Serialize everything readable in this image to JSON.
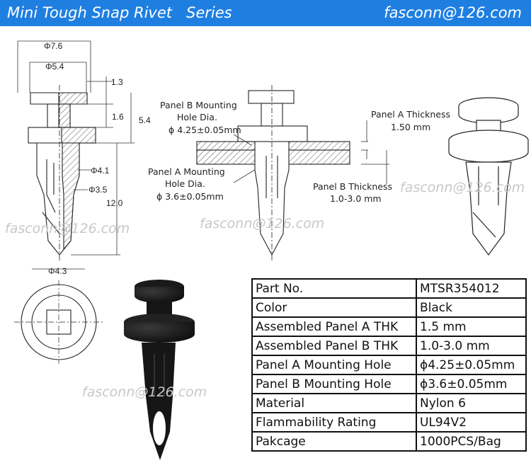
{
  "header": {
    "title": "Mini Tough Snap Rivet   Series",
    "email": "fasconn@126.com"
  },
  "watermarks": [
    "fasconn@126.com",
    "fasconn@126.com",
    "fasconn@126.com",
    "fasconn@126.com"
  ],
  "dimensions": {
    "d76": "Φ7.6",
    "d54": "Φ5.4",
    "h13": "1.3",
    "h16": "1.6",
    "h54": "5.4",
    "d41": "Φ4.1",
    "d35": "Φ3.5",
    "h120": "12.0",
    "d43": "Φ4.3"
  },
  "callouts": {
    "panel_b_hole_line1": "Panel B Mounting",
    "panel_b_hole_line2": "Hole Dia.",
    "panel_b_hole_value": "ϕ 4.25±0.05mm",
    "panel_a_hole_line1": "Panel A Mounting",
    "panel_a_hole_line2": "Hole Dia.",
    "panel_a_hole_value": "ϕ 3.6±0.05mm",
    "panel_a_thk_line1": "Panel A Thickness",
    "panel_a_thk_value": "1.50 mm",
    "panel_b_thk_line1": "Panel  B Thickness",
    "panel_b_thk_value": "1.0-3.0 mm"
  },
  "spec_table": [
    {
      "key": "Part No.",
      "value": "MTSR354012"
    },
    {
      "key": "Color",
      "value": "Black"
    },
    {
      "key": "Assembled Panel A THK",
      "value": "1.5 mm"
    },
    {
      "key": "Assembled Panel B THK",
      "value": "1.0-3.0 mm"
    },
    {
      "key": "Panel A Mounting Hole",
      "value": "ϕ4.25±0.05mm"
    },
    {
      "key": "Panel B Mounting Hole",
      "value": "ϕ3.6±0.05mm"
    },
    {
      "key": "Material",
      "value": "Nylon 6"
    },
    {
      "key": "Flammability Rating",
      "value": "UL94V2"
    },
    {
      "key": "Pakcage",
      "value": "1000PCS/Bag"
    }
  ],
  "colors": {
    "header_bg": "#1f7fe1",
    "header_text": "#ffffff",
    "watermark": "#c8c8c8",
    "rivet_black": "#1a1a1a"
  }
}
